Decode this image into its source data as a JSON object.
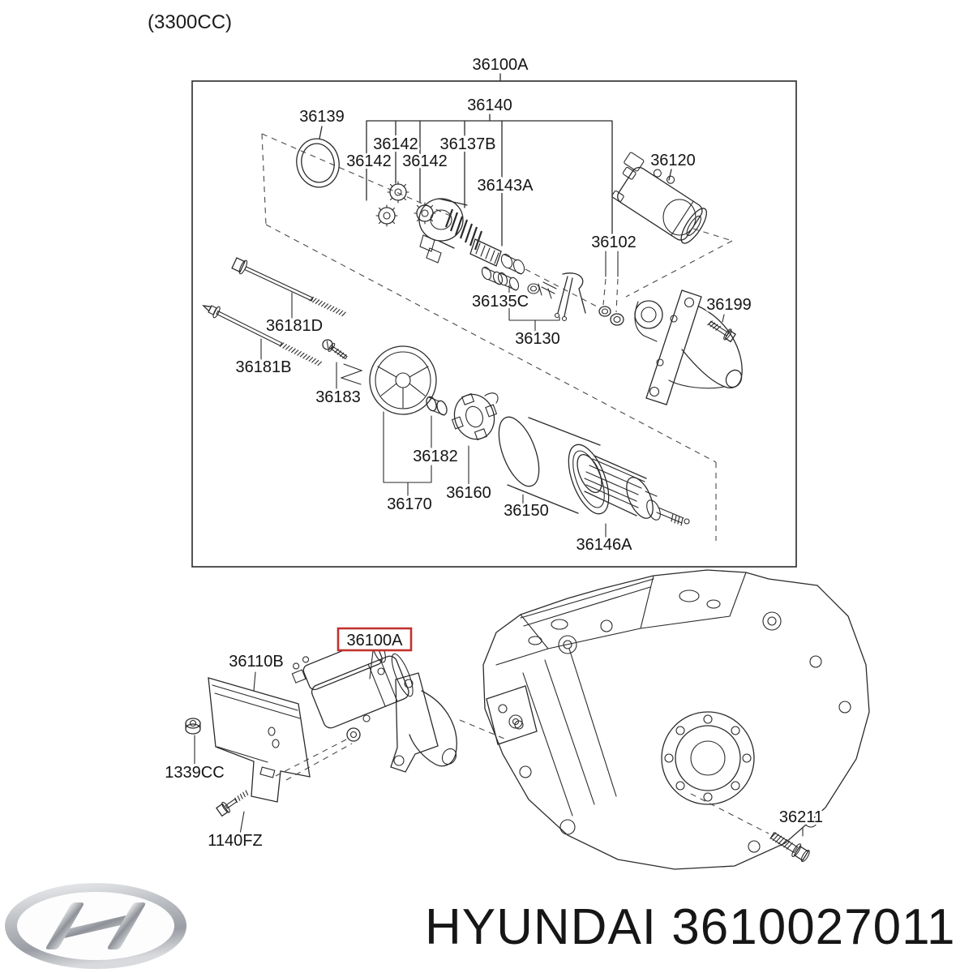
{
  "header": {
    "engine": "(3300CC)"
  },
  "exploded_diagram": {
    "assembly": "36100A",
    "labels": {
      "n36140": "36140",
      "n36139": "36139",
      "n36142a": "36142",
      "n36142b": "36142",
      "n36142c": "36142",
      "n36137b": "36137B",
      "n36143a": "36143A",
      "n36120": "36120",
      "n36102": "36102",
      "n36135c": "36135C",
      "n36130": "36130",
      "n36199": "36199",
      "n36181d": "36181D",
      "n36181b": "36181B",
      "n36183": "36183",
      "n36182": "36182",
      "n36170": "36170",
      "n36160": "36160",
      "n36150": "36150",
      "n36146a": "36146A"
    }
  },
  "installation_diagram": {
    "highlighted_part": "36100A",
    "labels": {
      "n36110b": "36110B",
      "n1339cc": "1339CC",
      "n1140fz": "1140FZ",
      "n36211": "36211"
    }
  },
  "footer": {
    "brand": "HYUNDAI",
    "part_number": "3610027011",
    "logo": "hyundai-logo"
  },
  "colors": {
    "highlight_red": "#c23230",
    "line": "#2a2a2a",
    "text": "#141414",
    "logo_silver": "#c9cbcf"
  }
}
